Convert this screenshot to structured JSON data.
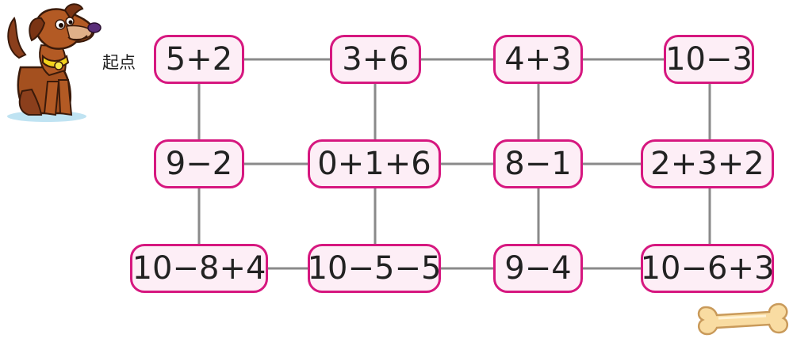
{
  "start_label": "起点",
  "rows": [
    [
      "5+2",
      "3+6",
      "4+3",
      "10−3"
    ],
    [
      "9−2",
      "0+1+6",
      "8−1",
      "2+3+2"
    ],
    [
      "10−8+4",
      "10−5−5",
      "9−4",
      "10−6+3"
    ]
  ],
  "colors": {
    "box_border": "#d6177f",
    "box_fill": "#fdeef6",
    "connector": "#8a8a8a"
  },
  "icons": [
    "dog-icon",
    "bone-icon"
  ]
}
